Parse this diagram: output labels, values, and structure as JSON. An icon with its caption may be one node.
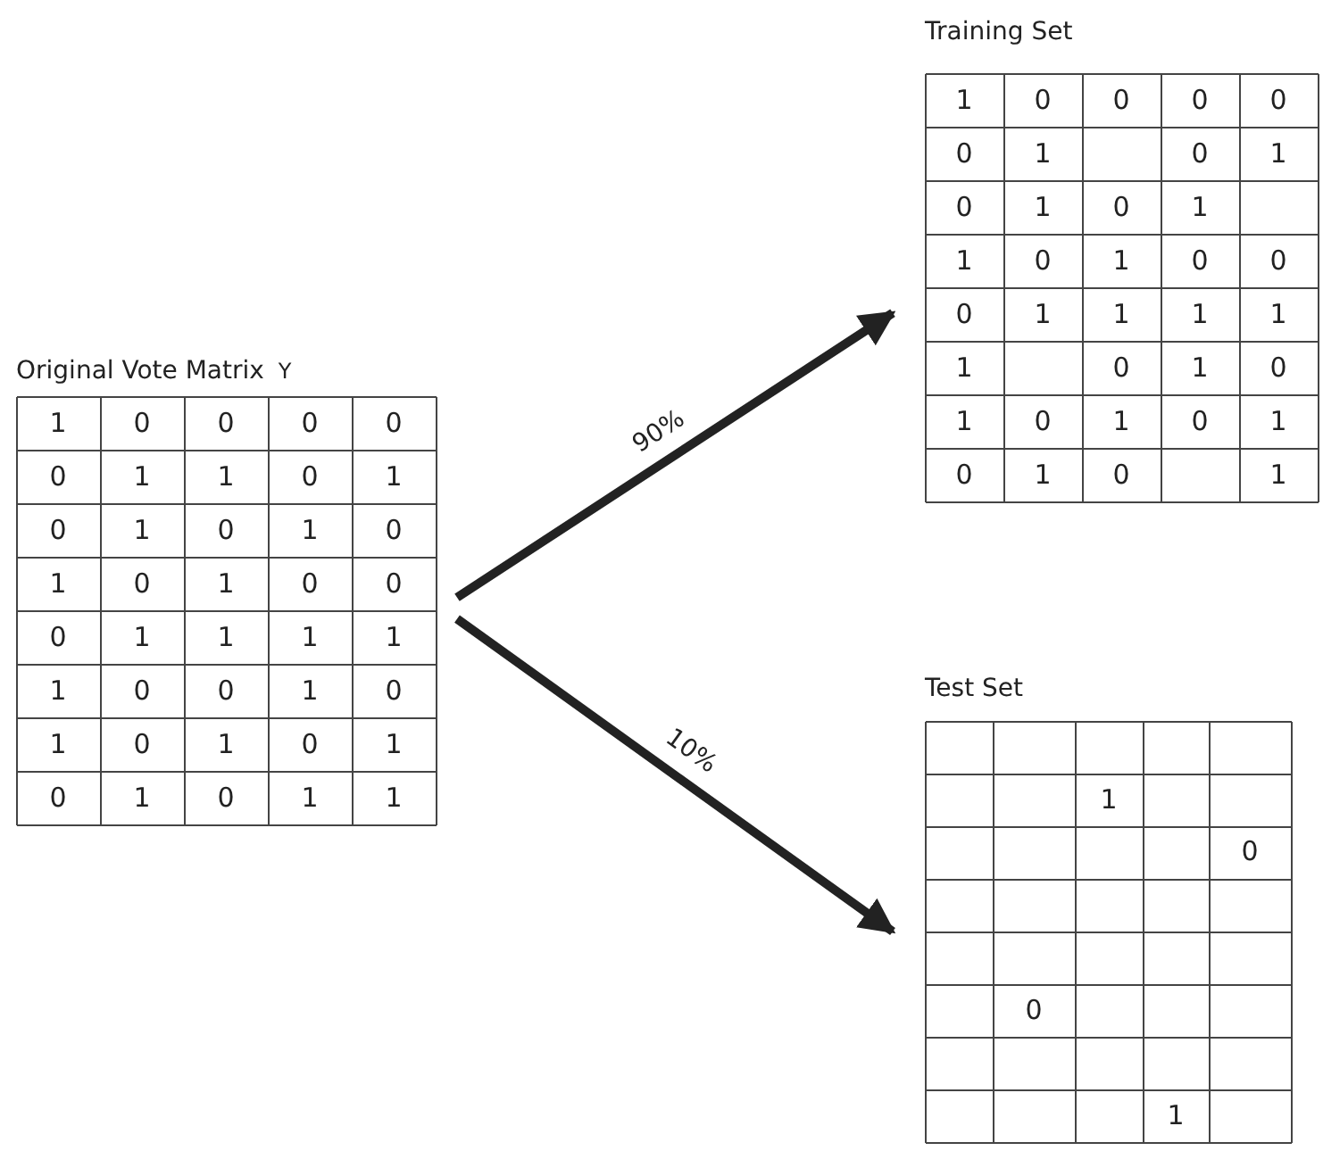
{
  "diagram": {
    "nodes": [
      {
        "text": [
          "Original Vote Matrix",
          "Y",
          "1",
          "0",
          "0",
          "0",
          "0",
          "0",
          "1",
          "1",
          "0",
          "1",
          "0",
          "1",
          "0",
          "1",
          "0",
          "1",
          "0",
          "1",
          "0",
          "0",
          "0",
          "1",
          "1",
          "1",
          "1",
          "1",
          "0",
          "0",
          "1",
          "0",
          "1",
          "0",
          "1",
          "0",
          "1",
          "0",
          "1",
          "0",
          "1",
          "1"
        ]
      },
      {
        "text": [
          "Training Set",
          "1",
          "0",
          "0",
          "0",
          "0",
          "0",
          "1",
          "0",
          "1",
          "0",
          "1",
          "0",
          "1",
          "1",
          "0",
          "1",
          "0",
          "0",
          "0",
          "1",
          "1",
          "1",
          "1",
          "1",
          "0",
          "1",
          "0",
          "1",
          "0",
          "1",
          "0",
          "1",
          "0",
          "1",
          "0",
          "1"
        ]
      },
      {
        "text": [
          "Test Set",
          "1",
          "0",
          "0",
          "1"
        ]
      }
    ],
    "edges": [
      {
        "from": 0,
        "to": 1,
        "arrow": "to",
        "label": "90%"
      },
      {
        "from": 0,
        "to": 2,
        "arrow": "to",
        "label": "10%"
      }
    ]
  }
}
